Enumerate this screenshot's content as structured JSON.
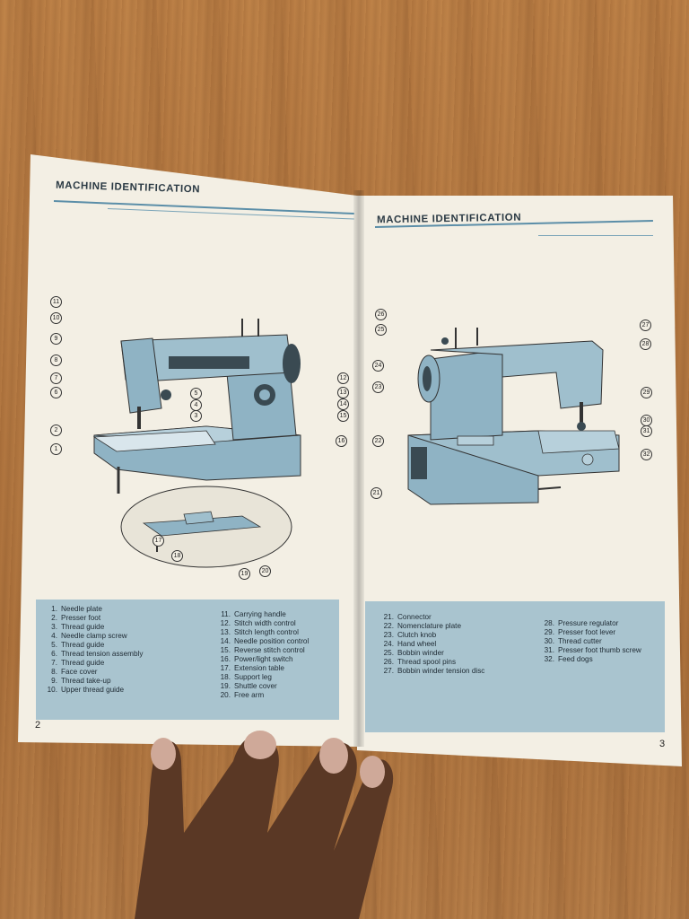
{
  "left_page": {
    "heading": "MACHINE IDENTIFICATION",
    "page_number": "2",
    "callouts": [
      "11",
      "10",
      "9",
      "8",
      "7",
      "6",
      "2",
      "1",
      "12",
      "13",
      "14",
      "15",
      "16",
      "5",
      "4",
      "3",
      "17",
      "18",
      "19",
      "20"
    ],
    "parts": [
      {
        "num": "1.",
        "label": "Needle plate"
      },
      {
        "num": "2.",
        "label": "Presser foot"
      },
      {
        "num": "3.",
        "label": "Thread guide"
      },
      {
        "num": "4.",
        "label": "Needle clamp screw"
      },
      {
        "num": "5.",
        "label": "Thread guide"
      },
      {
        "num": "6.",
        "label": "Thread tension assembly"
      },
      {
        "num": "7.",
        "label": "Thread guide"
      },
      {
        "num": "8.",
        "label": "Face cover"
      },
      {
        "num": "9.",
        "label": "Thread take-up"
      },
      {
        "num": "10.",
        "label": "Upper thread guide"
      },
      {
        "num": "11.",
        "label": "Carrying handle"
      },
      {
        "num": "12.",
        "label": "Stitch width control"
      },
      {
        "num": "13.",
        "label": "Stitch length control"
      },
      {
        "num": "14.",
        "label": "Needle position control"
      },
      {
        "num": "15.",
        "label": "Reverse stitch control"
      },
      {
        "num": "16.",
        "label": "Power/light switch"
      },
      {
        "num": "17.",
        "label": "Extension table"
      },
      {
        "num": "18.",
        "label": "Support leg"
      },
      {
        "num": "19.",
        "label": "Shuttle cover"
      },
      {
        "num": "20.",
        "label": "Free arm"
      }
    ]
  },
  "right_page": {
    "heading": "MACHINE IDENTIFICATION",
    "page_number": "3",
    "callouts": [
      "26",
      "25",
      "24",
      "23",
      "22",
      "21",
      "27",
      "28",
      "29",
      "30",
      "31",
      "32"
    ],
    "parts": [
      {
        "num": "21.",
        "label": "Connector"
      },
      {
        "num": "22.",
        "label": "Nomenclature plate"
      },
      {
        "num": "23.",
        "label": "Clutch knob"
      },
      {
        "num": "24.",
        "label": "Hand wheel"
      },
      {
        "num": "25.",
        "label": "Bobbin winder"
      },
      {
        "num": "26.",
        "label": "Thread spool pins"
      },
      {
        "num": "27.",
        "label": "Bobbin winder tension disc"
      },
      {
        "num": "28.",
        "label": "Pressure regulator"
      },
      {
        "num": "29.",
        "label": "Presser foot lever"
      },
      {
        "num": "30.",
        "label": "Thread cutter"
      },
      {
        "num": "31.",
        "label": "Presser foot thumb screw"
      },
      {
        "num": "32.",
        "label": "Feed dogs"
      }
    ]
  },
  "colors": {
    "wood": "#b97c45",
    "paper": "#f3efe4",
    "legend_box": "#a9c4cf",
    "rule": "#5b8ea8",
    "machine": "#8fb3c4"
  }
}
